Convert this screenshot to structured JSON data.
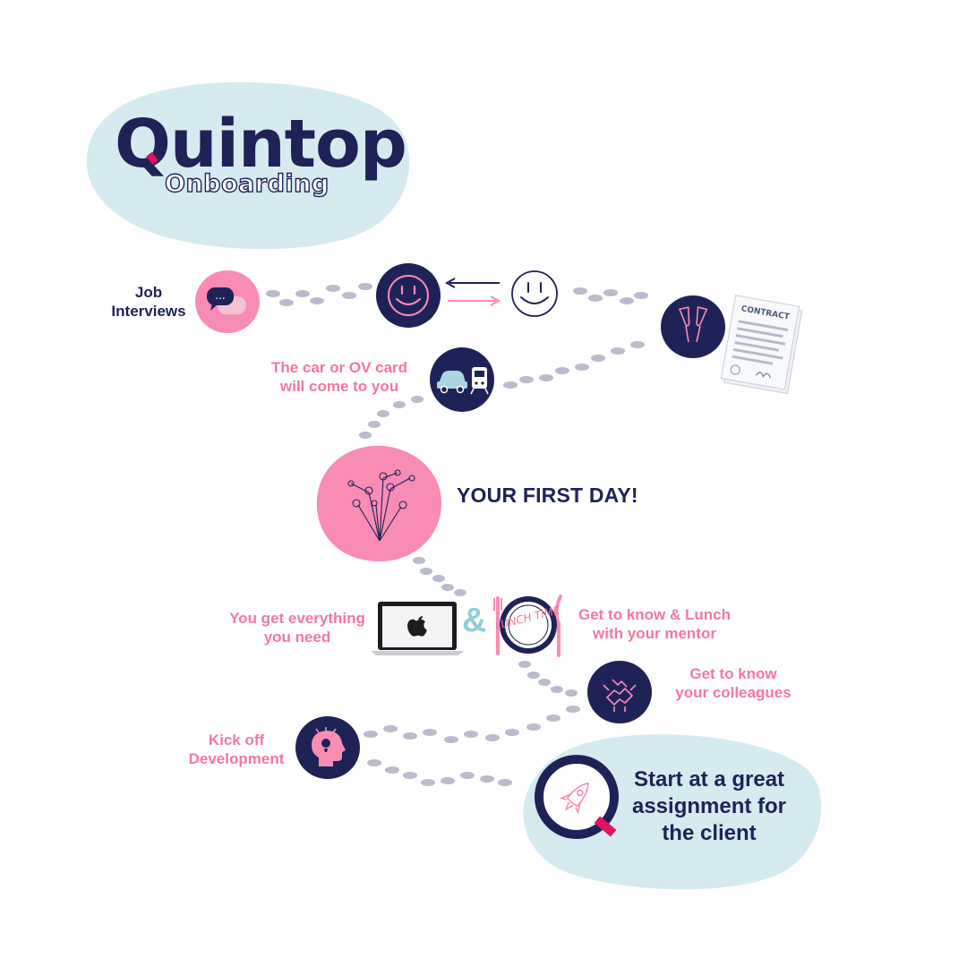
{
  "logo": {
    "brand": "Quintop",
    "subtitle": "Onboarding"
  },
  "steps": {
    "job_interviews": "Job\nInterviews",
    "car_card": "The car or OV card\nwill come to you",
    "first_day": "YOUR FIRST DAY!",
    "get_everything": "You get everything\nyou need",
    "ampersand": "&",
    "lunch_mentor": "Get to know & Lunch\nwith your mentor",
    "colleagues": "Get to know\nyour colleagues",
    "kick_off": "Kick off\nDevelopment",
    "assignment": "Start at a great\nassignment for\nthe client"
  },
  "props": {
    "contract": "CONTRACT",
    "lunch_time": "LUNCH TIME",
    "chat_bubble": "..."
  },
  "colors": {
    "navy": "#1e2257",
    "pink": "#f98cb5",
    "pink_text": "#f4779f",
    "light_blue": "#d5ebef",
    "teal_ampersand": "#8fcfd6",
    "footprint": "#b9bccb",
    "brand_accent": "#e0115f"
  },
  "icons": [
    "chat-icon",
    "smiley-icon",
    "exchange-arrows-icon",
    "champagne-icon",
    "contract-icon",
    "car-icon",
    "train-icon",
    "flowers-icon",
    "laptop-icon",
    "apple-icon",
    "lunch-plate-icon",
    "hands-icon",
    "head-idea-icon",
    "rocket-icon",
    "footprints-icon"
  ]
}
